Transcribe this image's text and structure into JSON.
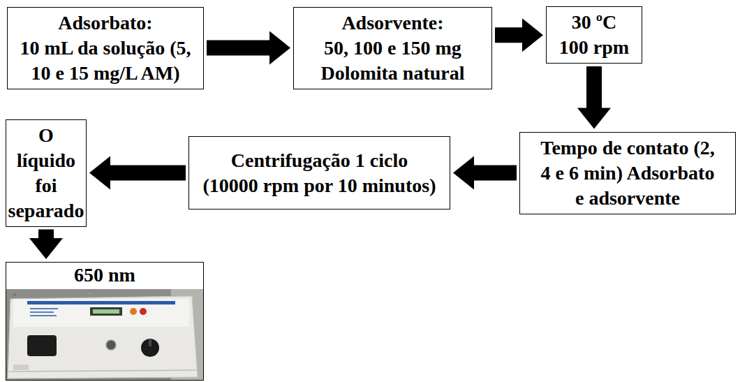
{
  "diagram": {
    "nodes": [
      {
        "text": [
          "Adsorbato:",
          "10 mL da solução (5, 10 e 15 mg/L AM)"
        ]
      },
      {
        "text": [
          "Adsorvente:",
          "50, 100 e 150 mg Dolomita natural"
        ]
      },
      {
        "text": [
          "30 ºC 100 rpm"
        ]
      },
      {
        "text": [
          "Tempo de contato (2, 4 e 6 min) Adsorbato e adsorvente"
        ]
      },
      {
        "text": [
          "Centrifugação 1 ciclo (10000 rpm por 10 minutos)"
        ]
      },
      {
        "text": [
          "O líquido foi separado"
        ]
      },
      {
        "text": [
          "650 nm"
        ]
      }
    ],
    "edges": [
      {
        "from": 0,
        "to": 1,
        "arrow": "to"
      },
      {
        "from": 1,
        "to": 2,
        "arrow": "to"
      },
      {
        "from": 2,
        "to": 3,
        "arrow": "to"
      },
      {
        "from": 3,
        "to": 4,
        "arrow": "to"
      },
      {
        "from": 4,
        "to": 5,
        "arrow": "to"
      },
      {
        "from": 5,
        "to": 6,
        "arrow": "to"
      }
    ]
  }
}
